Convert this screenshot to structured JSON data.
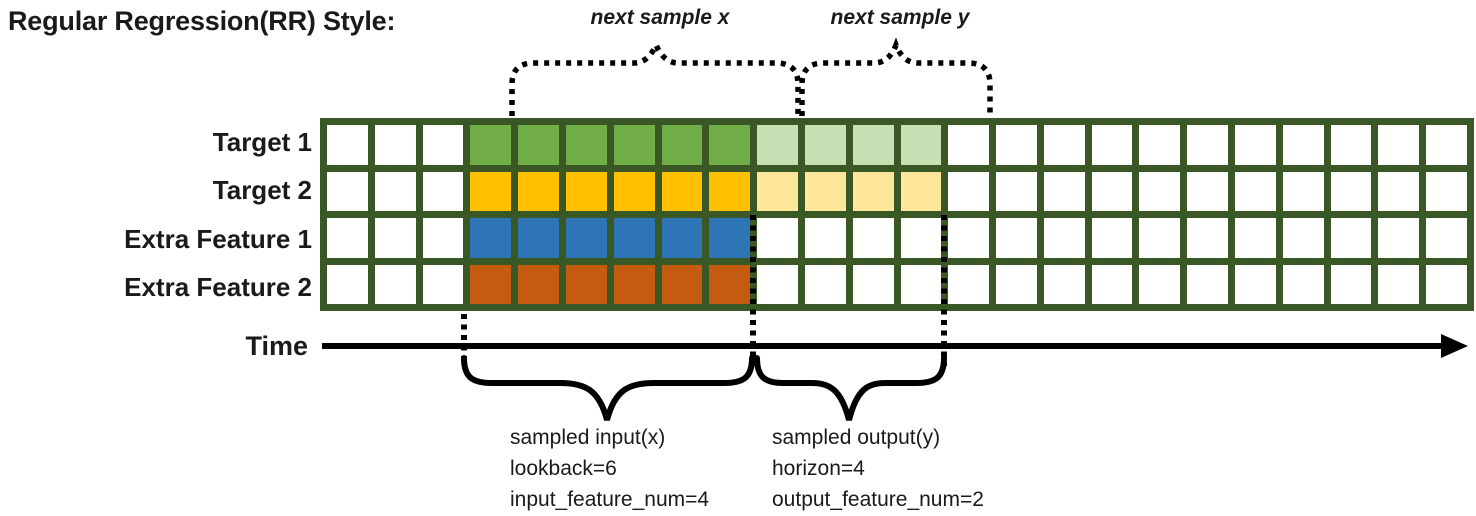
{
  "title": "Regular Regression(RR) Style:",
  "annotations": {
    "next_sample_x": "next sample x",
    "next_sample_y": "next sample y",
    "time_label": "Time",
    "input_block": {
      "line1": "sampled input(x)",
      "line2": "lookback=6",
      "line3": "input_feature_num=4"
    },
    "output_block": {
      "line1": "sampled output(y)",
      "line2": "horizon=4",
      "line3": "output_feature_num=2"
    }
  },
  "grid": {
    "columns": 24,
    "lookback": 6,
    "horizon": 4,
    "input_feature_num": 4,
    "output_feature_num": 2,
    "rows": [
      {
        "label": "Target 1",
        "input_color": "#70AD47",
        "output_color": "#C5E0B4",
        "input_start": 3,
        "input_end": 9,
        "output_start": 9,
        "output_end": 13
      },
      {
        "label": "Target 2",
        "input_color": "#FFC000",
        "output_color": "#FFE699",
        "input_start": 3,
        "input_end": 9,
        "output_start": 9,
        "output_end": 13
      },
      {
        "label": "Extra Feature 1",
        "input_color": "#2E75B6",
        "output_color": null,
        "input_start": 3,
        "input_end": 9,
        "output_start": null,
        "output_end": null
      },
      {
        "label": "Extra Feature 2",
        "input_color": "#C55A11",
        "output_color": null,
        "input_start": 3,
        "input_end": 9,
        "output_start": null,
        "output_end": null
      }
    ]
  },
  "colors": {
    "grid_border": "#3A5726",
    "cell_empty": "#FFFFFF",
    "annotation": "#000000",
    "text": "#1A1A1A"
  }
}
